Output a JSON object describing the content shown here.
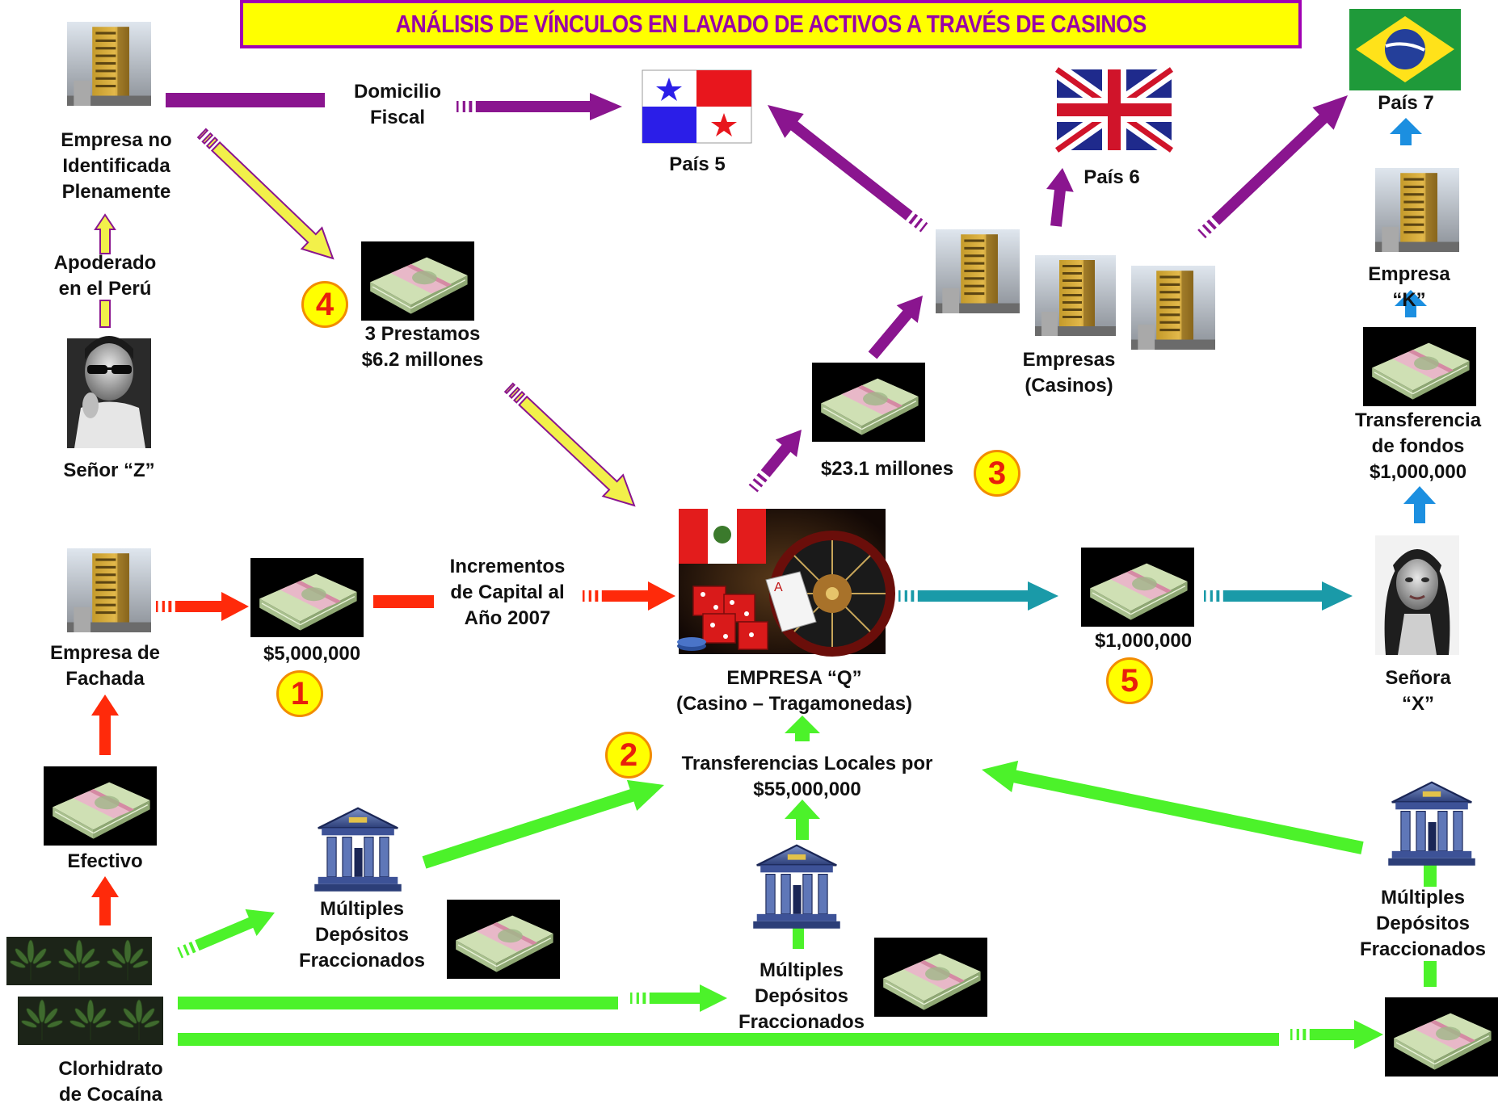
{
  "title": "ANÁLISIS DE VÍNCULOS EN LAVADO DE ACTIVOS A TRAVÉS DE CASINOS",
  "colors": {
    "title_bg": "#ffff00",
    "title_border": "#a000b4",
    "title_text": "#9900a8",
    "purple_arrow": "#8a158f",
    "yellow_arrow": "#f2f04a",
    "red_arrow": "#ff2a0a",
    "green_arrow": "#4cf22a",
    "teal_arrow": "#1a9aa8",
    "blue_arrow": "#1c8fe0",
    "badge_fill": "#ffff00",
    "badge_text": "#e81f0c"
  },
  "icons": {
    "building": "building-icon",
    "money": "money-stack-icon",
    "bank": "bank-icon",
    "plant": "coca-plant-icon",
    "flag_panama": "panama-flag-icon",
    "flag_uk": "uk-flag-icon",
    "flag_brazil": "brazil-flag-icon",
    "casino": "casino-image",
    "man": "man-portrait",
    "woman": "woman-portrait"
  },
  "labels": {
    "empresa_no_identificada": "Empresa no\nIdentificada\nPlenamente",
    "apoderado": "Apoderado\nen el Perú",
    "senor_z": "Señor “Z”",
    "domicilio_fiscal": "Domicilio\nFiscal",
    "pais5": "País 5",
    "pais6": "País 6",
    "pais7": "País 7",
    "prestamos": "3 Prestamos\n$6.2 millones",
    "empresas_casinos": "Empresas\n(Casinos)",
    "millones_23": "$23.1 millones",
    "empresa_k": "Empresa “K”",
    "transferencia_fondos": "Transferencia\nde fondos\n$1,000,000",
    "empresa_fachada": "Empresa de\nFachada",
    "cinco_millones": "$5,000,000",
    "incrementos": "Incrementos\nde Capital al\nAño 2007",
    "empresa_q": "EMPRESA “Q”\n(Casino – Tragamonedas)",
    "un_millon": "$1,000,000",
    "senora_x": "Señora “X”",
    "transferencias_locales": "Transferencias Locales por\n$55,000,000",
    "efectivo": "Efectivo",
    "depositos_a": "Múltiples\nDepósitos\nFraccionados",
    "depositos_b": "Múltiples\nDepósitos\nFraccionados",
    "depositos_c": "Múltiples\nDepósitos\nFraccionados",
    "clorhidrato": "Clorhidrato\nde Cocaína"
  },
  "badges": [
    "1",
    "2",
    "3",
    "4",
    "5"
  ]
}
